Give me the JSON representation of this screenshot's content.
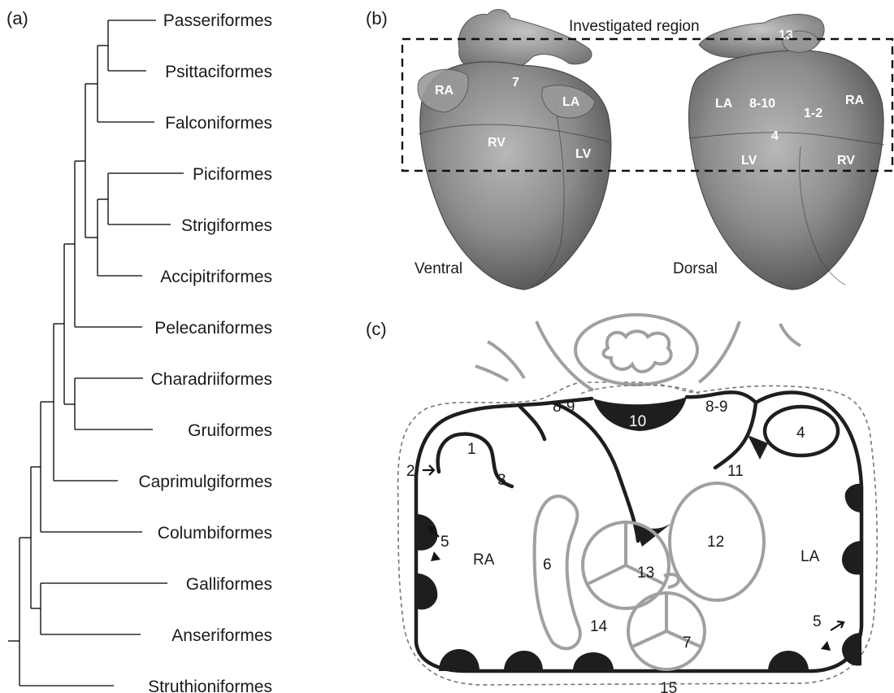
{
  "panels": {
    "a": "(a)",
    "b": "(b)",
    "c": "(c)"
  },
  "tree": {
    "taxa": [
      "Passeriformes",
      "Psittaciformes",
      "Falconiformes",
      "Piciformes",
      "Strigiformes",
      "Accipitriformes",
      "Pelecaniformes",
      "Charadriiformes",
      "Gruiformes",
      "Caprimulgiformes",
      "Columbiformes",
      "Galliformes",
      "Anseriformes",
      "Struthioniformes"
    ]
  },
  "heart": {
    "region_label": "Investigated region",
    "ventral": {
      "caption": "Ventral",
      "labels": [
        "RA",
        "7",
        "LA",
        "RV",
        "LV"
      ]
    },
    "dorsal": {
      "caption": "Dorsal",
      "labels": [
        "13",
        "LA",
        "8-10",
        "1-2",
        "RA",
        "4",
        "LV",
        "RV"
      ]
    }
  },
  "schematic": {
    "labels": [
      "8-9",
      "8-9",
      "10",
      "1",
      "2",
      "3",
      "4",
      "11",
      "RA",
      "6",
      "13",
      "12",
      "LA",
      "5",
      "5",
      "14",
      "7",
      "15"
    ]
  },
  "colors": {
    "heart_fill": "#8a8a8a",
    "heart_dark": "#5a5a5a",
    "gray_structure": "#a0a0a0",
    "dark_structure": "#1e1e1e"
  }
}
